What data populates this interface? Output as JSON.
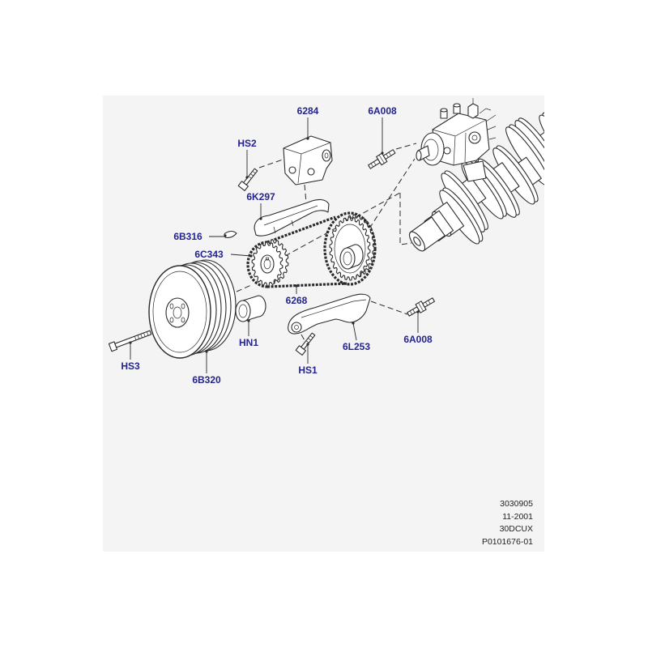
{
  "diagram": {
    "callouts": [
      "6284",
      "6A008",
      "HS2",
      "6K297",
      "6B316",
      "6C343",
      "6268",
      "6A008",
      "HN1",
      "6L253",
      "HS3",
      "HS1",
      "6B320"
    ],
    "reference": [
      "3030905",
      "11-2001",
      "30DCUX",
      "P0101676-01"
    ]
  },
  "colors": {
    "callout_text": "#242490",
    "line_art": "#2b2b2b",
    "panel_background": "#f4f4f4",
    "reference_text": "#222222"
  }
}
